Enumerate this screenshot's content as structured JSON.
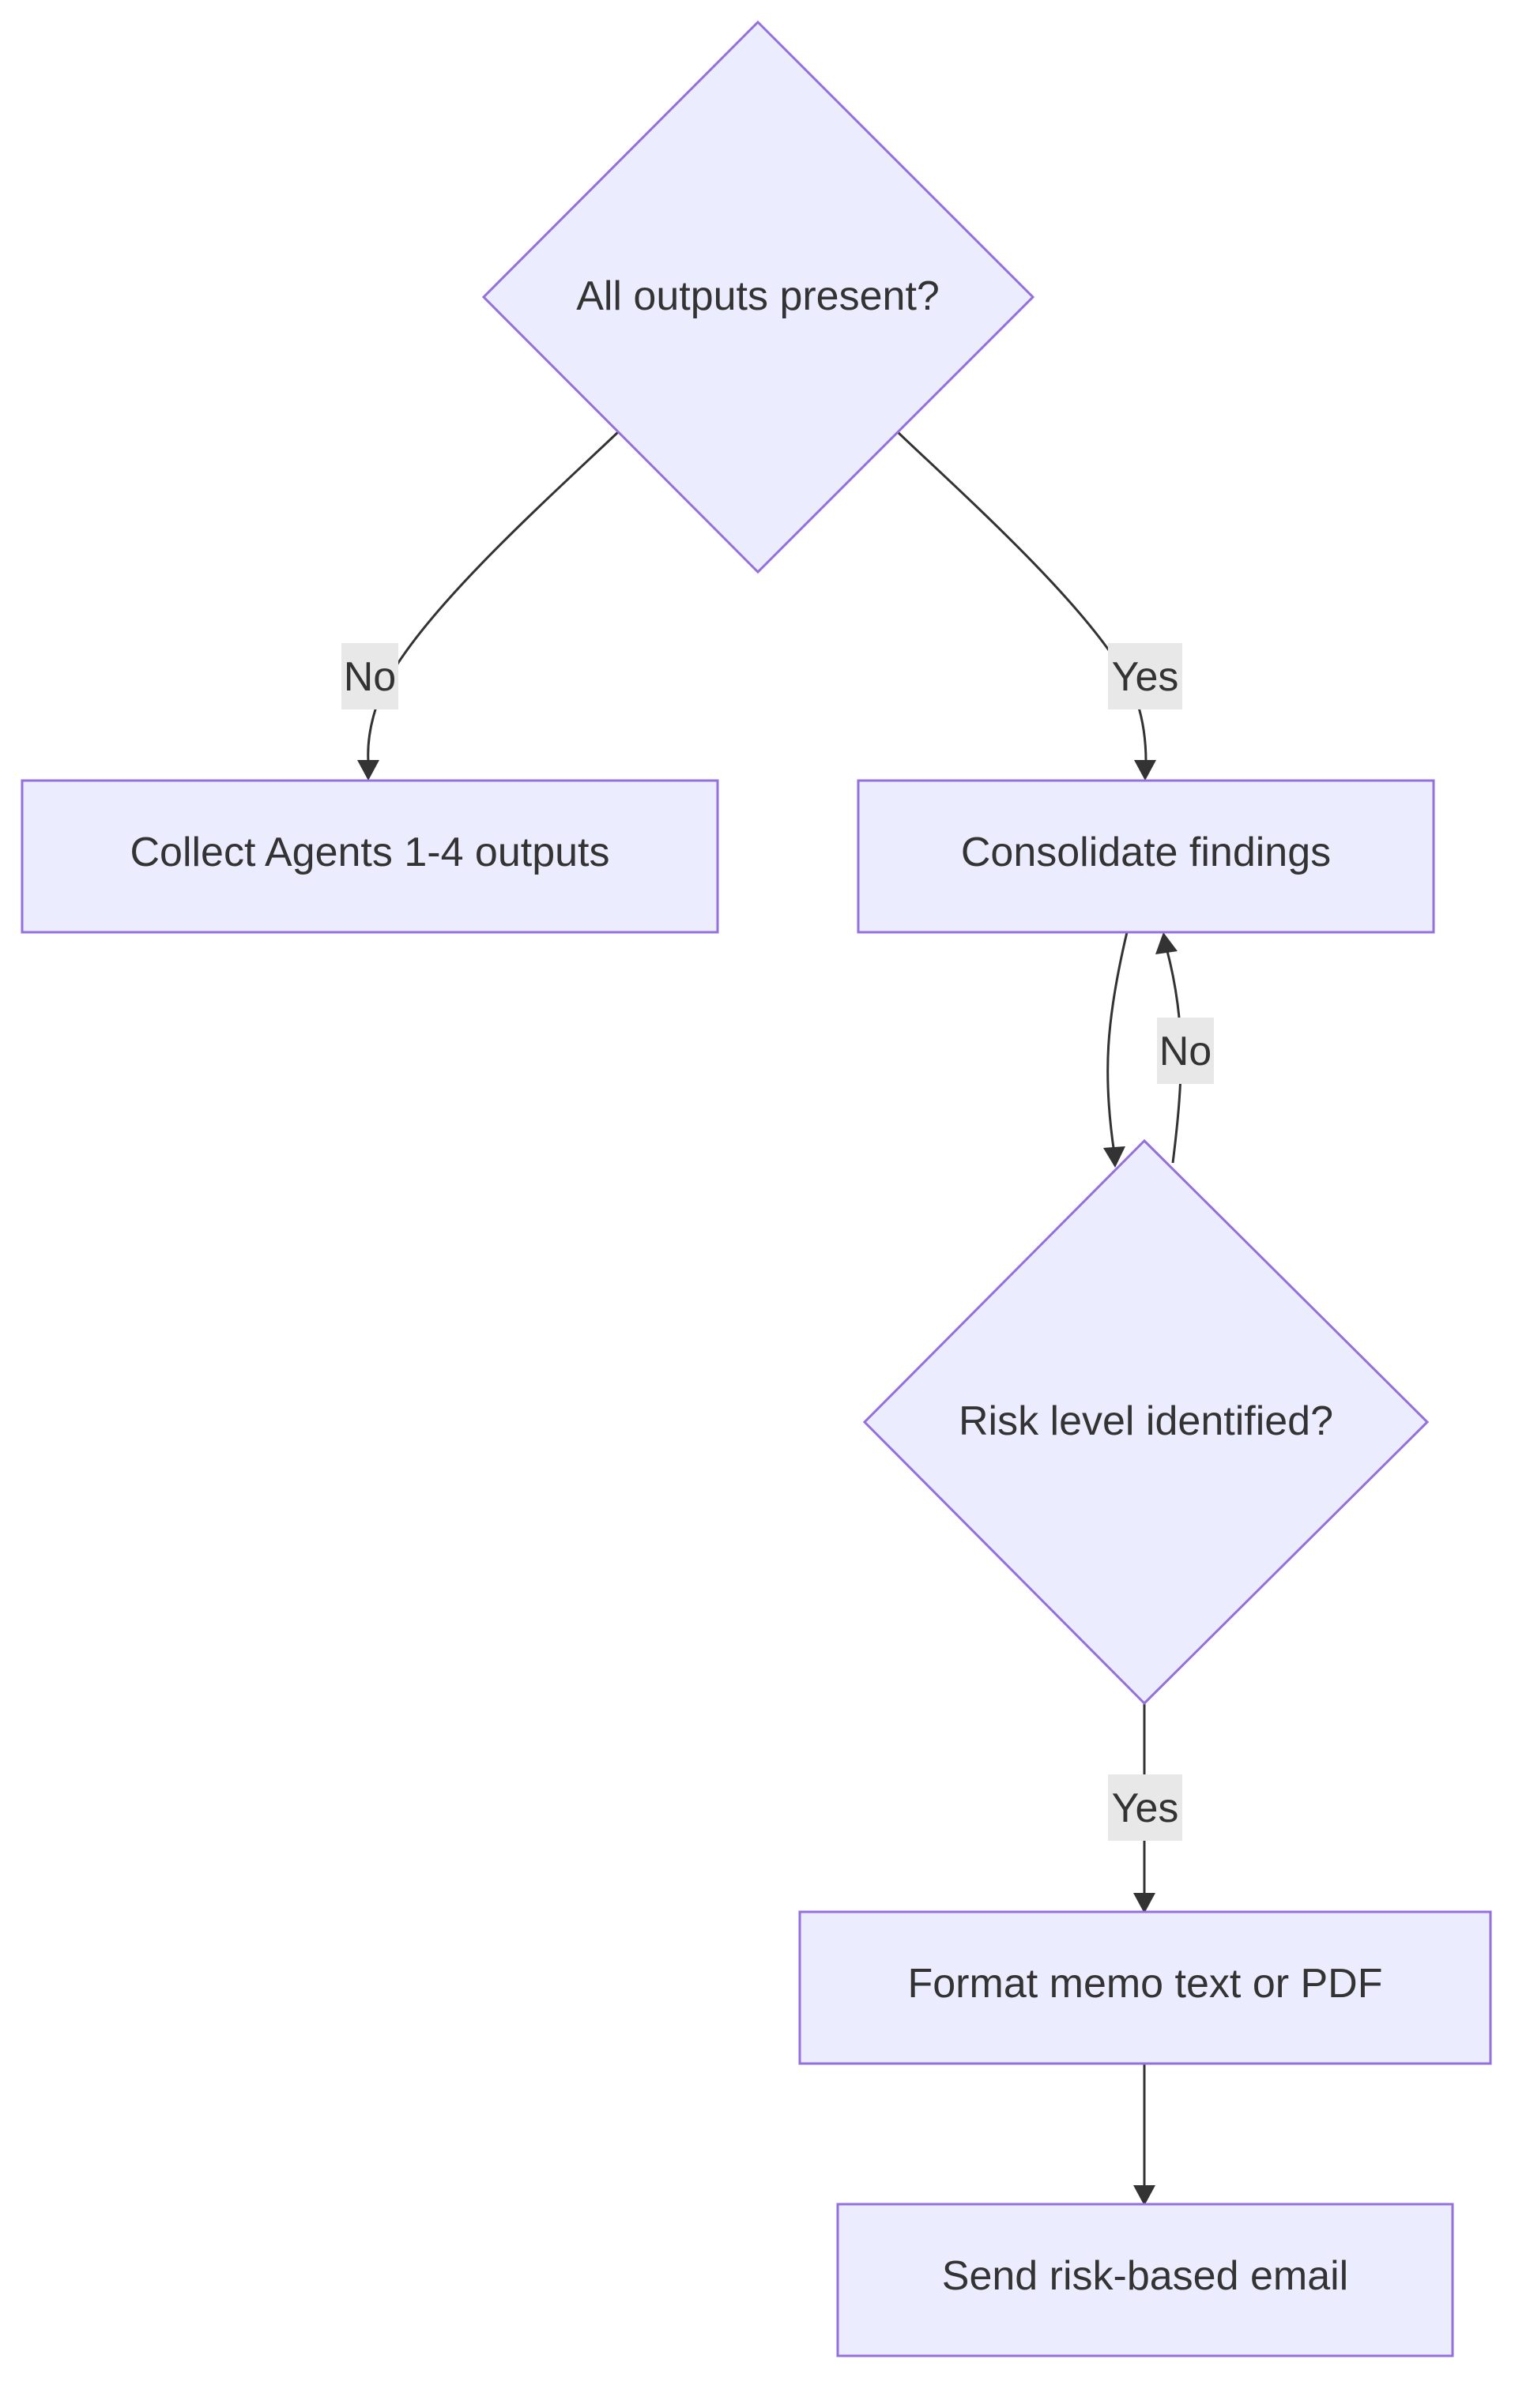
{
  "nodes": {
    "all_outputs": {
      "label": "All outputs present?",
      "shape": "diamond"
    },
    "collect": {
      "label": "Collect Agents 1-4 outputs",
      "shape": "rect"
    },
    "consolidate": {
      "label": "Consolidate findings",
      "shape": "rect"
    },
    "risk_level": {
      "label": "Risk level identified?",
      "shape": "diamond"
    },
    "format_memo": {
      "label": "Format memo text or PDF",
      "shape": "rect"
    },
    "send_email": {
      "label": "Send risk-based email",
      "shape": "rect"
    }
  },
  "edges": [
    {
      "from": "all_outputs",
      "to": "collect",
      "label": "No"
    },
    {
      "from": "all_outputs",
      "to": "consolidate",
      "label": "Yes"
    },
    {
      "from": "consolidate",
      "to": "risk_level",
      "label": ""
    },
    {
      "from": "risk_level",
      "to": "consolidate",
      "label": "No"
    },
    {
      "from": "risk_level",
      "to": "format_memo",
      "label": "Yes"
    },
    {
      "from": "format_memo",
      "to": "send_email",
      "label": ""
    }
  ],
  "colors": {
    "node_fill": "#ECECFF",
    "node_stroke": "#9370DB",
    "edge": "#333333",
    "edge_label_bg": "#e8e8e8",
    "text": "#333333"
  }
}
